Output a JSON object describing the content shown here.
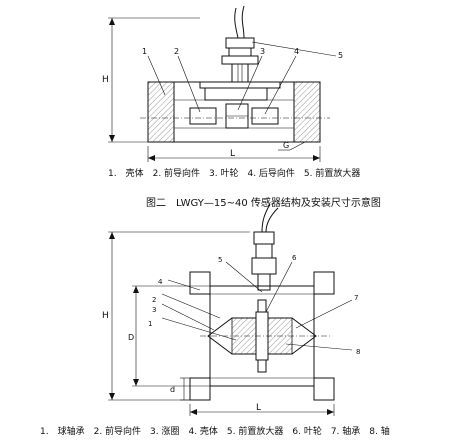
{
  "figure1": {
    "legend": "1.　壳体　2. 前导向件　3. 叶轮　4. 后导向件　5. 前置放大器",
    "labels": [
      "1",
      "2",
      "3",
      "4",
      "5"
    ],
    "dim_h": "H",
    "dim_l": "L",
    "dim_g": "G"
  },
  "figure2": {
    "title": "图二　LWGY—15~40 传感器结构及安装尺寸示意图",
    "legend": "1.　球轴承　2. 前导向件　3. 涨圈　4. 壳体　5. 前置放大器　6. 叶轮　7. 轴承　8. 轴",
    "labels": [
      "1",
      "2",
      "3",
      "4",
      "5",
      "6",
      "7",
      "8"
    ],
    "dim_h": "H",
    "dim_l": "L",
    "dim_d": "D",
    "dim_small_d": "d"
  }
}
